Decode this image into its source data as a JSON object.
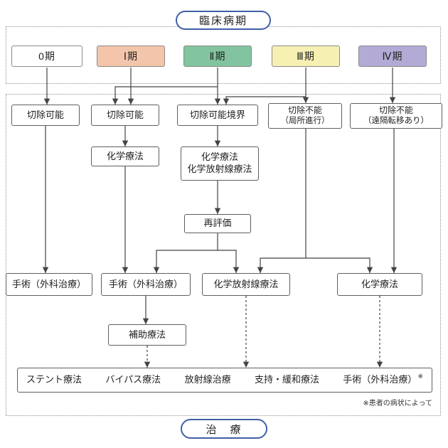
{
  "title_pill": "臨床病期",
  "bottom_pill": "治　療",
  "stages": [
    {
      "label": "0期",
      "color": "#ffffff"
    },
    {
      "label": "Ⅰ期",
      "color": "#f3c5ab"
    },
    {
      "label": "Ⅱ期",
      "color": "#82c4a0"
    },
    {
      "label": "Ⅲ期",
      "color": "#f6f0b2"
    },
    {
      "label": "Ⅳ期",
      "color": "#b3abd6"
    }
  ],
  "assessment": {
    "resectable_stage0": "切除可能",
    "resectable_stage1": "切除可能",
    "borderline_resectable": "切除可能境界",
    "unresectable_local": {
      "line1": "切除不能",
      "line2": "（局所進行）"
    },
    "unresectable_metastatic": {
      "line1": "切除不能",
      "line2": "（遠隔転移あり）"
    }
  },
  "treatments": {
    "chemotherapy_stage1": "化学療法",
    "chemo_chemoradiation": {
      "line1": "化学療法",
      "line2": "化学放射線療法"
    },
    "reevaluation": "再評価",
    "surgery_stage0": "手術（外科治療）",
    "surgery_stage1": "手術（外科治療）",
    "chemoradiotherapy": "化学放射線療法",
    "chemotherapy_unresectable": "化学療法",
    "adjuvant_therapy": "補助療法"
  },
  "supportive_care": {
    "items": [
      "ステント療法",
      "バイパス療法",
      "放射線治療",
      "支持・緩和療法",
      "手術（外科治療）"
    ],
    "note_marker": "※"
  },
  "footnote": "※患者の病状によって",
  "colors": {
    "pill_border": "#3f5fa8"
  }
}
